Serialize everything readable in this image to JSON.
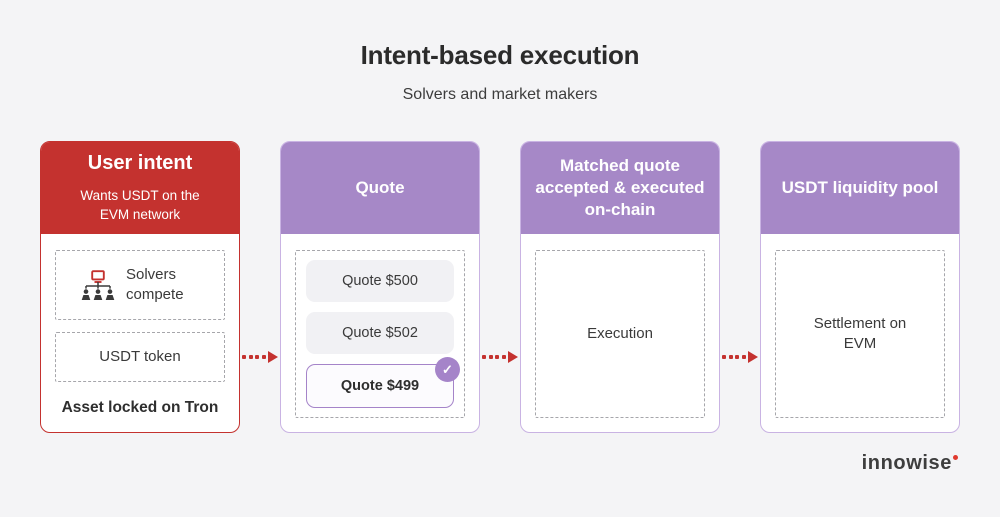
{
  "page": {
    "title": "Intent-based execution",
    "subtitle": "Solvers and market makers"
  },
  "colors": {
    "background": "#F4F4F6",
    "accent_red": "#C4322F",
    "accent_purple": "#A688C7",
    "purple_card_border": "#C9B3E3",
    "selected_quote_border": "#A584C9",
    "quote_chip_bg": "#F1F1F4",
    "dashed_border": "#A6A6AB"
  },
  "icons": {
    "check": "✓",
    "solvers_network": "solvers-network-icon"
  },
  "cards": [
    {
      "id": "user-intent",
      "header_title": "User intent",
      "header_subtitle": "Wants USDT on the EVM network",
      "item_solvers": "Solvers compete",
      "item_token": "USDT token",
      "footnote": "Asset locked on Tron"
    },
    {
      "id": "quote",
      "header_title": "Quote",
      "quotes": [
        {
          "label": "Quote $500",
          "selected": false
        },
        {
          "label": "Quote $502",
          "selected": false
        },
        {
          "label": "Quote $499",
          "selected": true
        }
      ]
    },
    {
      "id": "matched-quote",
      "header_title": "Matched quote accepted & executed on-chain",
      "body": "Execution"
    },
    {
      "id": "usdt-liquidity-pool",
      "header_title": "USDT liquidity pool",
      "body": "Settlement on EVM"
    }
  ],
  "arrows": [
    {
      "from": "user-intent",
      "to": "quote"
    },
    {
      "from": "quote",
      "to": "matched-quote"
    },
    {
      "from": "matched-quote",
      "to": "usdt-liquidity-pool"
    }
  ],
  "logo": {
    "text": "innowise"
  }
}
